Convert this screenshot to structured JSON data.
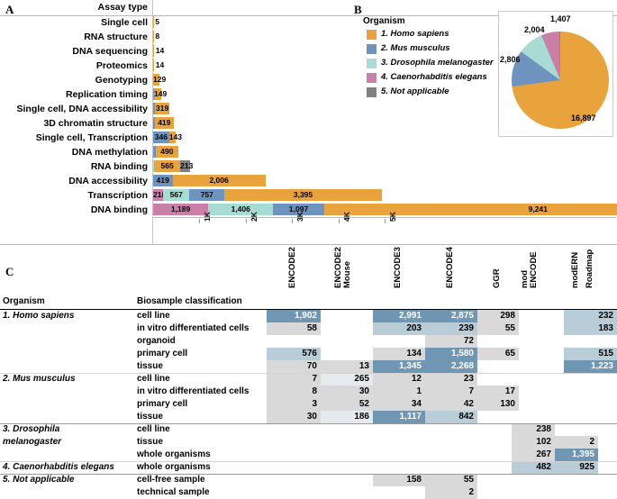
{
  "panels": {
    "a_letter": "A",
    "b_letter": "B",
    "c_letter": "C"
  },
  "colors": {
    "homo_sapiens": "#e8a33d",
    "mus_musculus": "#6e93bf",
    "drosophila": "#a6dcd4",
    "celegans": "#c97fa8",
    "not_applicable": "#808080",
    "cell_dark": "#6f97b3",
    "cell_mid": "#b9cdd9",
    "cell_light": "#d9d9d9",
    "cell_pale": "#e4eaee"
  },
  "panel_a": {
    "axis_title": "Assay type",
    "chart_data": {
      "type": "bar",
      "title": "Assay type",
      "xlabel": "",
      "ylabel": "Assay type",
      "xlim": [
        0,
        10000
      ],
      "orientation": "horizontal",
      "stacked": true,
      "tick_labels": [
        "1K",
        "2K",
        "3K",
        "4K",
        "5K"
      ],
      "tick_values": [
        1000,
        2000,
        3000,
        4000,
        5000
      ],
      "categories": [
        "Single cell",
        "RNA structure",
        "DNA sequencing",
        "Proteomics",
        "Genotyping",
        "Replication timing",
        "Single cell, DNA accessibility",
        "3D chromatin structure",
        "Single cell, Transcription",
        "DNA methylation",
        "RNA binding",
        "DNA accessibility",
        "Transcription",
        "DNA binding"
      ],
      "series": [
        {
          "name": "4. Caenorhabditis elegans",
          "color": "#c97fa8",
          "values": [
            0,
            0,
            0,
            0,
            0,
            0,
            0,
            0,
            0,
            0,
            0,
            0,
            218,
            1189
          ]
        },
        {
          "name": "3. Drosophila melanogaster",
          "color": "#a6dcd4",
          "values": [
            0,
            0,
            0,
            0,
            0,
            0,
            0,
            0,
            0,
            0,
            22,
            0,
            567,
            1406
          ]
        },
        {
          "name": "2. Mus musculus",
          "color": "#6e93bf",
          "values": [
            0,
            0,
            0,
            0,
            0,
            20,
            38,
            0,
            346,
            55,
            0,
            419,
            757,
            1097
          ]
        },
        {
          "name": "1. Homo sapiens",
          "color": "#e8a33d",
          "values": [
            5,
            8,
            14,
            14,
            129,
            149,
            319,
            419,
            143,
            490,
            565,
            2006,
            3395,
            9241
          ]
        },
        {
          "name": "5. Not applicable",
          "color": "#808080",
          "values": [
            0,
            0,
            0,
            0,
            0,
            0,
            0,
            0,
            0,
            0,
            213,
            0,
            0,
            0
          ]
        }
      ],
      "bar_segments": [
        {
          "category": "Single cell",
          "segments": [
            {
              "series": "1. Homo sapiens",
              "value": 5,
              "label": "5",
              "label_inside": false
            }
          ]
        },
        {
          "category": "RNA structure",
          "segments": [
            {
              "series": "1. Homo sapiens",
              "value": 8,
              "label": "8",
              "label_inside": false
            }
          ]
        },
        {
          "category": "DNA sequencing",
          "segments": [
            {
              "series": "1. Homo sapiens",
              "value": 14,
              "label": "14",
              "label_inside": false
            }
          ]
        },
        {
          "category": "Proteomics",
          "segments": [
            {
              "series": "1. Homo sapiens",
              "value": 14,
              "label": "14",
              "label_inside": false
            }
          ]
        },
        {
          "category": "Genotyping",
          "segments": [
            {
              "series": "1. Homo sapiens",
              "value": 129,
              "label": "129",
              "label_inside": true
            }
          ]
        },
        {
          "category": "Replication timing",
          "segments": [
            {
              "series": "2. Mus musculus",
              "value": 20,
              "label": "",
              "label_inside": false
            },
            {
              "series": "1. Homo sapiens",
              "value": 149,
              "label": "149",
              "label_inside": true
            }
          ]
        },
        {
          "category": "Single cell, DNA accessibility",
          "segments": [
            {
              "series": "2. Mus musculus",
              "value": 38,
              "label": "",
              "label_inside": false
            },
            {
              "series": "1. Homo sapiens",
              "value": 319,
              "label": "319",
              "label_inside": true
            }
          ]
        },
        {
          "category": "3D chromatin structure",
          "segments": [
            {
              "series": "2. Mus musculus",
              "value": 30,
              "label": "",
              "label_inside": false
            },
            {
              "series": "1. Homo sapiens",
              "value": 419,
              "label": "419",
              "label_inside": true
            }
          ]
        },
        {
          "category": "Single cell, Transcription",
          "segments": [
            {
              "series": "2. Mus musculus",
              "value": 346,
              "label": "346",
              "label_inside": true
            },
            {
              "series": "1. Homo sapiens",
              "value": 143,
              "label": "143",
              "label_inside": true
            }
          ]
        },
        {
          "category": "DNA methylation",
          "segments": [
            {
              "series": "2. Mus musculus",
              "value": 55,
              "label": "",
              "label_inside": false
            },
            {
              "series": "1. Homo sapiens",
              "value": 490,
              "label": "490",
              "label_inside": true
            }
          ]
        },
        {
          "category": "RNA binding",
          "segments": [
            {
              "series": "3. Drosophila melanogaster",
              "value": 22,
              "label": "",
              "label_inside": false
            },
            {
              "series": "1. Homo sapiens",
              "value": 565,
              "label": "565",
              "label_inside": true
            },
            {
              "series": "5. Not applicable",
              "value": 213,
              "label": "213",
              "label_inside": true
            }
          ]
        },
        {
          "category": "DNA accessibility",
          "segments": [
            {
              "series": "2. Mus musculus",
              "value": 419,
              "label": "419",
              "label_inside": true
            },
            {
              "series": "1. Homo sapiens",
              "value": 2006,
              "label": "2,006",
              "label_inside": true
            }
          ]
        },
        {
          "category": "Transcription",
          "segments": [
            {
              "series": "4. Caenorhabditis elegans",
              "value": 218,
              "label": "218",
              "label_inside": true
            },
            {
              "series": "3. Drosophila melanogaster",
              "value": 567,
              "label": "567",
              "label_inside": true
            },
            {
              "series": "2. Mus musculus",
              "value": 757,
              "label": "757",
              "label_inside": true
            },
            {
              "series": "1. Homo sapiens",
              "value": 3395,
              "label": "3,395",
              "label_inside": true
            }
          ]
        },
        {
          "category": "DNA binding",
          "segments": [
            {
              "series": "4. Caenorhabditis elegans",
              "value": 1189,
              "label": "1,189",
              "label_inside": true
            },
            {
              "series": "3. Drosophila melanogaster",
              "value": 1406,
              "label": "1,406",
              "label_inside": true
            },
            {
              "series": "2. Mus musculus",
              "value": 1097,
              "label": "1,097",
              "label_inside": true
            },
            {
              "series": "1. Homo sapiens",
              "value": 9241,
              "label": "9,241",
              "label_inside": true
            }
          ]
        }
      ]
    }
  },
  "panel_b": {
    "legend_title": "Organism",
    "legend": [
      {
        "label": "1. Homo sapiens",
        "color": "#e8a33d"
      },
      {
        "label": "2. Mus musculus",
        "color": "#6e93bf"
      },
      {
        "label": "3. Drosophila melanogaster",
        "color": "#a6dcd4"
      },
      {
        "label": "4. Caenorhabditis elegans",
        "color": "#c97fa8"
      },
      {
        "label": "5. Not applicable",
        "color": "#808080"
      }
    ],
    "chart_data": {
      "type": "pie",
      "title": "",
      "labels": [
        "1. Homo sapiens",
        "2. Mus musculus",
        "3. Drosophila melanogaster",
        "4. Caenorhabditis elegans",
        "5. Not applicable"
      ],
      "values": [
        16897,
        2806,
        2004,
        1407,
        60
      ],
      "value_labels": [
        "16,897",
        "2,806",
        "2,004",
        "1,407",
        ""
      ],
      "colors": [
        "#e8a33d",
        "#6e93bf",
        "#a6dcd4",
        "#c97fa8",
        "#808080"
      ],
      "legend_position": "left"
    }
  },
  "panel_c": {
    "col_header_organism": "Organism",
    "col_header_biosample": "Biosample classification",
    "columns": [
      {
        "label": "ENCODE2",
        "lines": [
          "ENCODE2"
        ]
      },
      {
        "label": "ENCODE2 Mouse",
        "lines": [
          "ENCODE2",
          "Mouse"
        ]
      },
      {
        "label": "ENCODE3",
        "lines": [
          "ENCODE3"
        ]
      },
      {
        "label": "ENCODE4",
        "lines": [
          "ENCODE4"
        ]
      },
      {
        "label": "GGR",
        "lines": [
          "GGR"
        ]
      },
      {
        "label": "mod ENCODE",
        "lines": [
          "mod",
          "ENCODE"
        ]
      },
      {
        "label": "modERN",
        "lines": [
          "modERN"
        ]
      },
      {
        "label": "Roadmap",
        "lines": [
          "Roadmap"
        ]
      }
    ],
    "rows": [
      {
        "organism": "1. Homo sapiens",
        "organism_lines": [
          "1. Homo sapiens"
        ],
        "biosample": "cell line",
        "values": [
          "1,902",
          "",
          "2,991",
          "2,875",
          "298",
          "",
          "",
          "232"
        ],
        "shades": [
          "dark",
          "none",
          "dark",
          "dark",
          "light",
          "none",
          "none",
          "mid"
        ]
      },
      {
        "organism": "",
        "organism_lines": [],
        "biosample": "in vitro differentiated cells",
        "values": [
          "58",
          "",
          "203",
          "239",
          "55",
          "",
          "",
          "183"
        ],
        "shades": [
          "light",
          "none",
          "mid",
          "mid",
          "light",
          "none",
          "none",
          "mid"
        ]
      },
      {
        "organism": "",
        "organism_lines": [],
        "biosample": "organoid",
        "values": [
          "",
          "",
          "",
          "72",
          "",
          "",
          "",
          ""
        ],
        "shades": [
          "none",
          "none",
          "none",
          "light",
          "none",
          "none",
          "none",
          "none"
        ]
      },
      {
        "organism": "",
        "organism_lines": [],
        "biosample": "primary cell",
        "values": [
          "576",
          "",
          "134",
          "1,580",
          "65",
          "",
          "",
          "515"
        ],
        "shades": [
          "mid",
          "none",
          "light",
          "dark",
          "light",
          "none",
          "none",
          "mid"
        ]
      },
      {
        "organism": "",
        "organism_lines": [],
        "biosample": "tissue",
        "values": [
          "70",
          "13",
          "1,345",
          "2,268",
          "",
          "",
          "",
          "1,223"
        ],
        "shades": [
          "light",
          "light",
          "dark",
          "darker",
          "none",
          "none",
          "none",
          "dark"
        ]
      },
      {
        "organism": "2. Mus musculus",
        "organism_lines": [
          "2. Mus musculus"
        ],
        "biosample": "cell line",
        "values": [
          "7",
          "265",
          "12",
          "23",
          "",
          "",
          "",
          ""
        ],
        "shades": [
          "light",
          "pale",
          "light",
          "light",
          "none",
          "none",
          "none",
          "none"
        ]
      },
      {
        "organism": "",
        "organism_lines": [],
        "biosample": "in vitro differentiated cells",
        "values": [
          "8",
          "30",
          "1",
          "7",
          "17",
          "",
          "",
          ""
        ],
        "shades": [
          "light",
          "light",
          "light",
          "light",
          "light",
          "none",
          "none",
          "none"
        ]
      },
      {
        "organism": "",
        "organism_lines": [],
        "biosample": "primary cell",
        "values": [
          "3",
          "52",
          "34",
          "42",
          "130",
          "",
          "",
          ""
        ],
        "shades": [
          "light",
          "light",
          "light",
          "light",
          "light",
          "none",
          "none",
          "none"
        ]
      },
      {
        "organism": "",
        "organism_lines": [],
        "biosample": "tissue",
        "values": [
          "30",
          "186",
          "1,117",
          "842",
          "",
          "",
          "",
          ""
        ],
        "shades": [
          "light",
          "pale",
          "dark",
          "mid",
          "none",
          "none",
          "none",
          "none"
        ]
      },
      {
        "organism": "3. Drosophila melanogaster",
        "organism_lines": [
          "3. Drosophila",
          "melanogaster"
        ],
        "biosample": "cell line",
        "values": [
          "",
          "",
          "",
          "",
          "",
          "238",
          "",
          ""
        ],
        "shades": [
          "none",
          "none",
          "none",
          "none",
          "none",
          "light",
          "none",
          "none"
        ]
      },
      {
        "organism": "",
        "organism_lines": [],
        "biosample": "tissue",
        "values": [
          "",
          "",
          "",
          "",
          "",
          "102",
          "2",
          ""
        ],
        "shades": [
          "none",
          "none",
          "none",
          "none",
          "none",
          "light",
          "light",
          "none"
        ]
      },
      {
        "organism": "",
        "organism_lines": [],
        "biosample": "whole organisms",
        "values": [
          "",
          "",
          "",
          "",
          "",
          "267",
          "1,395",
          ""
        ],
        "shades": [
          "none",
          "none",
          "none",
          "none",
          "none",
          "light",
          "dark",
          "none"
        ]
      },
      {
        "organism": "4. Caenorhabditis elegans",
        "organism_lines": [
          "4. Caenorhabditis elegans"
        ],
        "biosample": "whole organisms",
        "values": [
          "",
          "",
          "",
          "",
          "",
          "482",
          "925",
          ""
        ],
        "shades": [
          "none",
          "none",
          "none",
          "none",
          "none",
          "mid",
          "mid",
          "none"
        ]
      },
      {
        "organism": "5. Not applicable",
        "organism_lines": [
          "5. Not applicable"
        ],
        "biosample": "cell-free sample",
        "values": [
          "",
          "",
          "158",
          "55",
          "",
          "",
          "",
          ""
        ],
        "shades": [
          "none",
          "none",
          "light",
          "light",
          "none",
          "none",
          "none",
          "none"
        ]
      },
      {
        "organism": "",
        "organism_lines": [],
        "biosample": "technical sample",
        "values": [
          "",
          "",
          "",
          "2",
          "",
          "",
          "",
          ""
        ],
        "shades": [
          "none",
          "none",
          "none",
          "light",
          "none",
          "none",
          "none",
          "none"
        ]
      }
    ]
  }
}
